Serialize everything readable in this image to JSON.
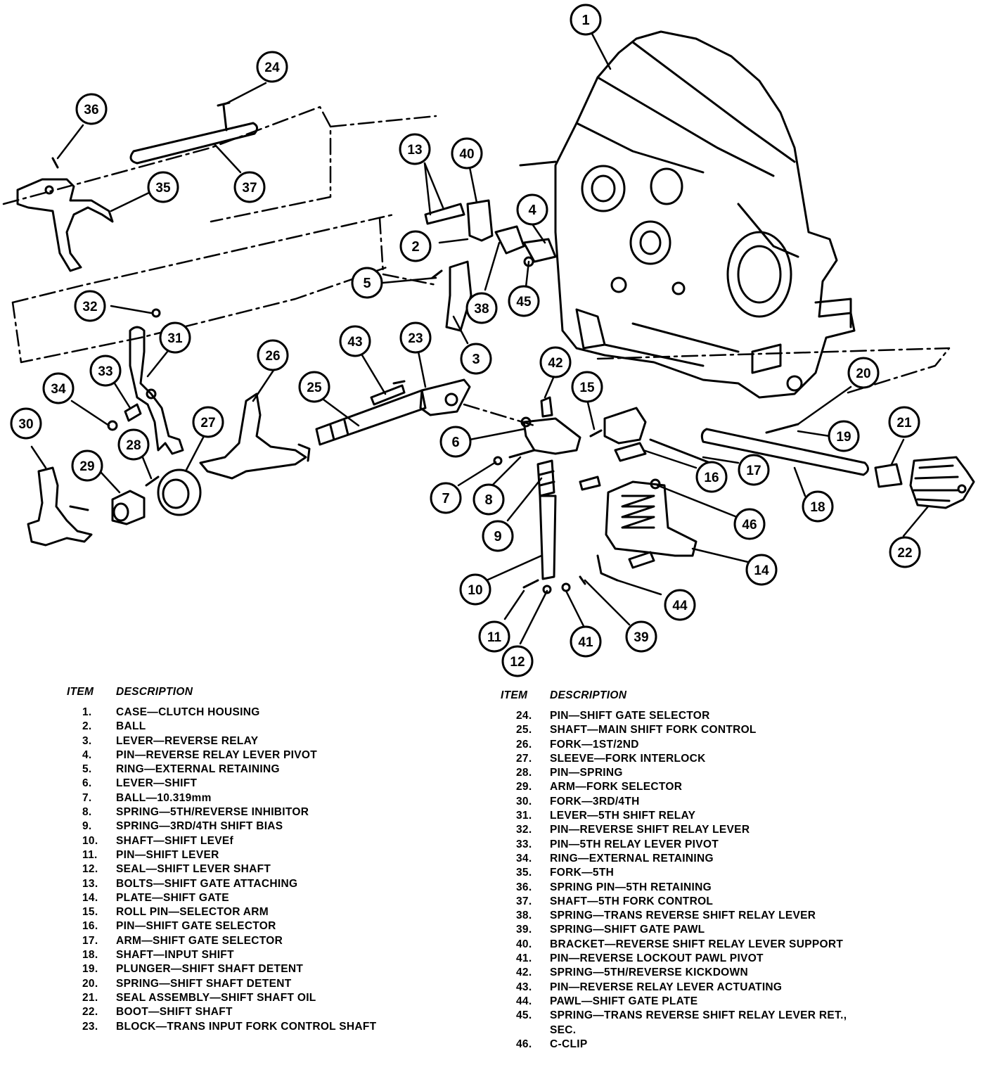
{
  "legend": {
    "header_item": "ITEM",
    "header_description": "DESCRIPTION",
    "left": [
      {
        "num": "1.",
        "desc": "CASE—CLUTCH HOUSING"
      },
      {
        "num": "2.",
        "desc": "BALL"
      },
      {
        "num": "3.",
        "desc": "LEVER—REVERSE RELAY"
      },
      {
        "num": "4.",
        "desc": "PIN—REVERSE RELAY LEVER PIVOT"
      },
      {
        "num": "5.",
        "desc": "RING—EXTERNAL RETAINING"
      },
      {
        "num": "6.",
        "desc": "LEVER—SHIFT"
      },
      {
        "num": "7.",
        "desc": "BALL—10.319mm"
      },
      {
        "num": "8.",
        "desc": "SPRING—5TH/REVERSE INHIBITOR"
      },
      {
        "num": "9.",
        "desc": "SPRING—3RD/4TH SHIFT BIAS"
      },
      {
        "num": "10.",
        "desc": "SHAFT—SHIFT LEVEf"
      },
      {
        "num": "11.",
        "desc": "PIN—SHIFT LEVER"
      },
      {
        "num": "12.",
        "desc": "SEAL—SHIFT LEVER SHAFT"
      },
      {
        "num": "13.",
        "desc": "BOLTS—SHIFT GATE ATTACHING"
      },
      {
        "num": "14.",
        "desc": "PLATE—SHIFT GATE"
      },
      {
        "num": "15.",
        "desc": "ROLL PIN—SELECTOR ARM"
      },
      {
        "num": "16.",
        "desc": "PIN—SHIFT GATE SELECTOR"
      },
      {
        "num": "17.",
        "desc": "ARM—SHIFT GATE SELECTOR"
      },
      {
        "num": "18.",
        "desc": "SHAFT—INPUT SHIFT"
      },
      {
        "num": "19.",
        "desc": "PLUNGER—SHIFT SHAFT DETENT"
      },
      {
        "num": "20.",
        "desc": "SPRING—SHIFT SHAFT DETENT"
      },
      {
        "num": "21.",
        "desc": "SEAL ASSEMBLY—SHIFT SHAFT OIL"
      },
      {
        "num": "22.",
        "desc": "BOOT—SHIFT SHAFT"
      },
      {
        "num": "23.",
        "desc": "BLOCK—TRANS INPUT FORK CONTROL SHAFT"
      }
    ],
    "right": [
      {
        "num": "24.",
        "desc": "PIN—SHIFT GATE SELECTOR"
      },
      {
        "num": "25.",
        "desc": "SHAFT—MAIN SHIFT FORK CONTROL"
      },
      {
        "num": "26.",
        "desc": "FORK—1ST/2ND"
      },
      {
        "num": "27.",
        "desc": "SLEEVE—FORK INTERLOCK"
      },
      {
        "num": "28.",
        "desc": "PIN—SPRING"
      },
      {
        "num": "29.",
        "desc": "ARM—FORK SELECTOR"
      },
      {
        "num": "30.",
        "desc": "FORK—3RD/4TH"
      },
      {
        "num": "31.",
        "desc": "LEVER—5TH SHIFT RELAY"
      },
      {
        "num": "32.",
        "desc": "PIN—REVERSE SHIFT RELAY LEVER"
      },
      {
        "num": "33.",
        "desc": "PIN—5TH RELAY LEVER PIVOT"
      },
      {
        "num": "34.",
        "desc": "RING—EXTERNAL RETAINING"
      },
      {
        "num": "35.",
        "desc": "FORK—5TH"
      },
      {
        "num": "36.",
        "desc": "SPRING PIN—5TH RETAINING"
      },
      {
        "num": "37.",
        "desc": "SHAFT—5TH FORK CONTROL"
      },
      {
        "num": "38.",
        "desc": "SPRING—TRANS REVERSE SHIFT RELAY LEVER"
      },
      {
        "num": "39.",
        "desc": "SPRING—SHIFT GATE PAWL"
      },
      {
        "num": "40.",
        "desc": "BRACKET—REVERSE SHIFT RELAY LEVER SUPPORT"
      },
      {
        "num": "41.",
        "desc": "PIN—REVERSE LOCKOUT PAWL PIVOT"
      },
      {
        "num": "42.",
        "desc": "SPRING—5TH/REVERSE KICKDOWN"
      },
      {
        "num": "43.",
        "desc": "PIN—REVERSE RELAY LEVER ACTUATING"
      },
      {
        "num": "44.",
        "desc": "PAWL—SHIFT GATE PLATE"
      },
      {
        "num": "45.",
        "desc": "SPRING—TRANS REVERSE SHIFT RELAY LEVER RET., SEC."
      },
      {
        "num": "46.",
        "desc": "C-CLIP"
      }
    ]
  },
  "callouts": [
    "1",
    "2",
    "3",
    "4",
    "5",
    "6",
    "7",
    "8",
    "9",
    "10",
    "11",
    "12",
    "13",
    "14",
    "15",
    "16",
    "17",
    "18",
    "19",
    "20",
    "21",
    "22",
    "23",
    "24",
    "25",
    "26",
    "27",
    "28",
    "29",
    "30",
    "31",
    "32",
    "33",
    "34",
    "35",
    "36",
    "37",
    "38",
    "39",
    "40",
    "41",
    "42",
    "43",
    "44",
    "45",
    "46"
  ]
}
